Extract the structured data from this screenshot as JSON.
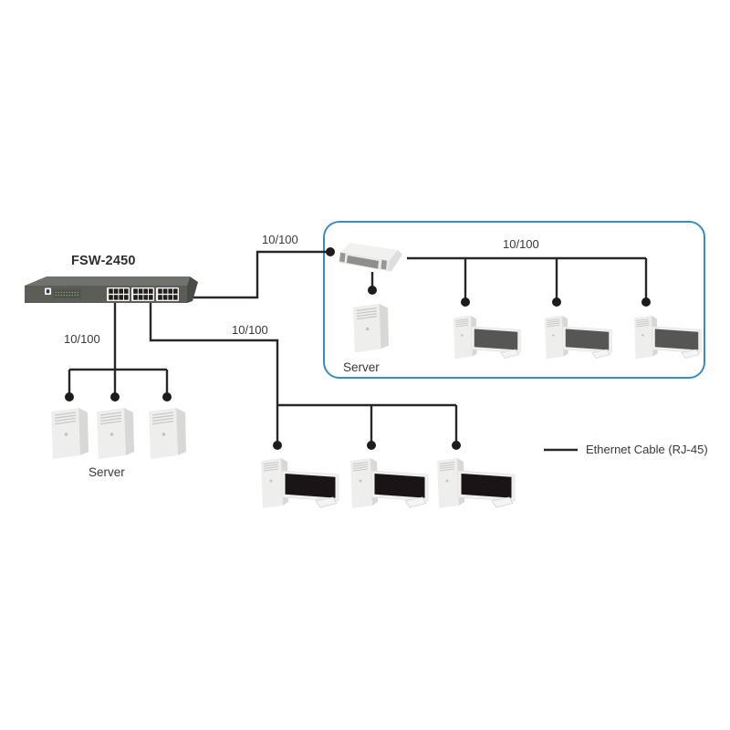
{
  "diagram": {
    "title": "FSW-2450",
    "links": {
      "uplink": "10/100",
      "left_group": "10/100",
      "middle_group": "10/100",
      "blue_group": "10/100"
    },
    "labels": {
      "server_left": "Server",
      "server_blue": "Server"
    },
    "legend": {
      "cable": "Ethernet Cable (RJ-45)"
    },
    "icons": {
      "switch_icon": "rack-switch-24-port",
      "hub_icon": "desktop-switch",
      "server_icon": "tower-server",
      "pc_icon": "desktop-computer",
      "node_icon": "connection-dot"
    }
  },
  "colors": {
    "wire": "#2a2526",
    "node": "#1f1b1c",
    "blue_box_border": "#3a8bc2",
    "screen_dark": "#1b1416",
    "screen_gray": "#565654",
    "text": "#3d3738"
  }
}
